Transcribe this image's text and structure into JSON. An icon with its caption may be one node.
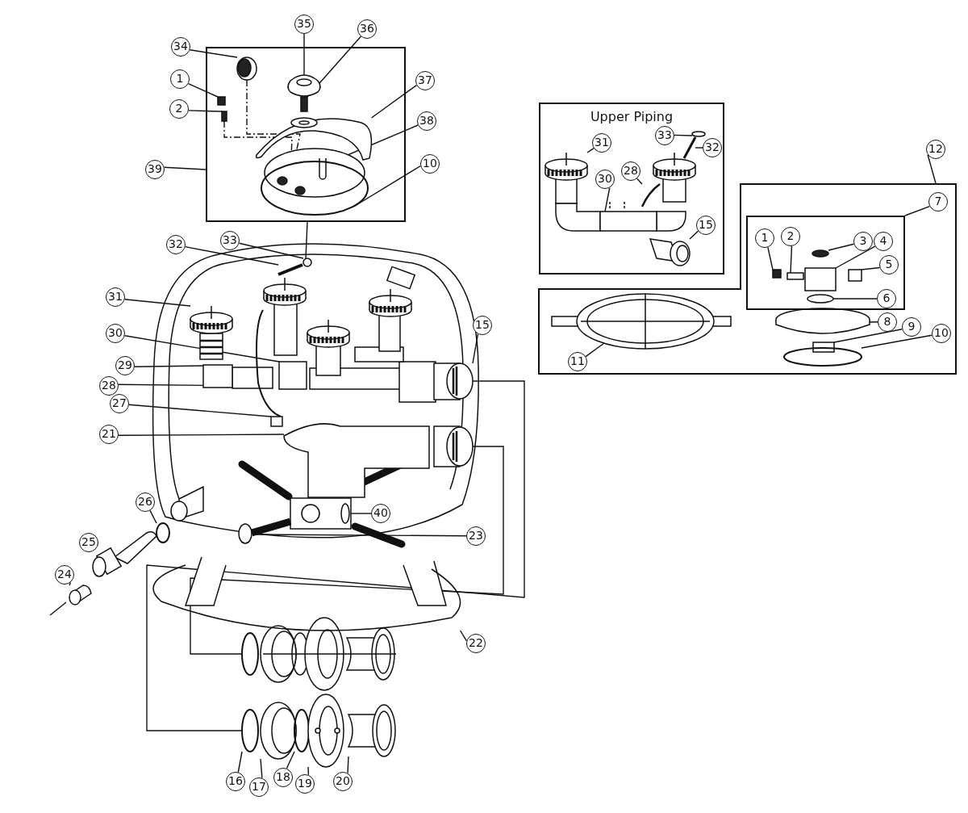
{
  "diagram": {
    "nodes": [
      {
        "text": [
          "35"
        ]
      },
      {
        "text": [
          "36"
        ]
      },
      {
        "text": [
          "34"
        ]
      },
      {
        "text": [],
        "shape": "box"
      },
      {
        "text": [
          "1"
        ]
      },
      {
        "text": [
          "37"
        ]
      },
      {
        "text": [
          "2"
        ]
      },
      {
        "text": [
          "38"
        ]
      },
      {
        "text": [
          "10"
        ]
      },
      {
        "text": [
          "39"
        ]
      },
      {
        "text": [
          "Upper Piping"
        ]
      },
      {
        "text": [
          "31"
        ],
        "in": 10
      },
      {
        "text": [
          "33"
        ],
        "in": 10
      },
      {
        "text": [
          "32"
        ],
        "in": 10
      },
      {
        "text": [
          "28"
        ],
        "in": 10
      },
      {
        "text": [
          "30"
        ],
        "in": 10
      },
      {
        "text": [
          "15"
        ],
        "in": 10
      },
      {
        "text": [
          "12"
        ]
      },
      {
        "text": [],
        "shape": "box"
      },
      {
        "text": [
          "7"
        ],
        "in": 18
      },
      {
        "text": [],
        "shape": "box",
        "in": 18
      },
      {
        "text": [
          "1"
        ],
        "in": 20
      },
      {
        "text": [
          "2"
        ],
        "in": 20
      },
      {
        "text": [
          "3"
        ],
        "in": 20
      },
      {
        "text": [
          "4"
        ],
        "in": 20
      },
      {
        "text": [
          "5"
        ],
        "in": 20
      },
      {
        "text": [
          "6"
        ],
        "in": 20
      },
      {
        "text": [
          "8"
        ],
        "in": 18
      },
      {
        "text": [
          "9"
        ],
        "in": 18
      },
      {
        "text": [
          "10"
        ],
        "in": 18
      },
      {
        "text": [
          "11"
        ],
        "in": 18
      },
      {
        "text": [
          "32"
        ]
      },
      {
        "text": [
          "33"
        ]
      },
      {
        "text": [
          "31"
        ]
      },
      {
        "text": [
          "15"
        ]
      },
      {
        "text": [
          "30"
        ]
      },
      {
        "text": [
          "29"
        ]
      },
      {
        "text": [
          "28"
        ]
      },
      {
        "text": [
          "27"
        ]
      },
      {
        "text": [
          "21"
        ]
      },
      {
        "text": [
          "26"
        ]
      },
      {
        "text": [
          "40"
        ]
      },
      {
        "text": [
          "23"
        ]
      },
      {
        "text": [
          "25"
        ]
      },
      {
        "text": [
          "24"
        ]
      },
      {
        "text": [
          "22"
        ]
      },
      {
        "text": [
          "16"
        ]
      },
      {
        "text": [
          "17"
        ]
      },
      {
        "text": [
          "18"
        ]
      },
      {
        "text": [
          "19"
        ]
      },
      {
        "text": [
          "20"
        ]
      },
      {
        "text": [],
        "shape": "picture",
        "in": 3
      },
      {
        "text": [],
        "shape": "box",
        "in": 3
      },
      {
        "text": [],
        "shape": "picture",
        "in": 3
      },
      {
        "text": [],
        "shape": "box",
        "in": 3
      },
      {
        "text": [],
        "shape": "picture",
        "in": 3
      },
      {
        "text": [],
        "shape": "box",
        "in": 3
      },
      {
        "text": [],
        "shape": "picture",
        "in": 3
      },
      {
        "text": [],
        "shape": "circle",
        "in": 3
      },
      {
        "text": [],
        "shape": "picture",
        "in": 10
      },
      {
        "text": [],
        "shape": "circle",
        "in": 10
      },
      {
        "text": [],
        "shape": "picture",
        "in": 10
      },
      {
        "text": [],
        "shape": "picture",
        "in": 10
      },
      {
        "text": [],
        "shape": "box",
        "in": 10
      },
      {
        "text": [],
        "shape": "picture",
        "in": 10
      },
      {
        "text": [],
        "shape": "box",
        "in": 20
      },
      {
        "text": [],
        "shape": "box",
        "in": 20
      },
      {
        "text": [],
        "shape": "circle",
        "in": 20
      },
      {
        "text": [],
        "shape": "box",
        "in": 20
      },
      {
        "text": [],
        "shape": "box",
        "in": 20
      },
      {
        "text": [],
        "shape": "circle",
        "in": 20
      },
      {
        "text": [],
        "shape": "picture",
        "in": 18
      },
      {
        "text": [],
        "shape": "box",
        "in": 18
      },
      {
        "text": [],
        "shape": "circle",
        "in": 18
      },
      {
        "text": [],
        "shape": "picture",
        "in": 18
      },
      {
        "text": [],
        "shape": "picture"
      },
      {
        "text": [],
        "shape": "circle"
      },
      {
        "text": [],
        "shape": "picture"
      },
      {
        "text": [],
        "shape": "picture"
      },
      {
        "text": [],
        "shape": "box"
      },
      {
        "text": [],
        "shape": "box"
      },
      {
        "text": [],
        "shape": "picture"
      },
      {
        "text": [],
        "shape": "box"
      },
      {
        "text": [],
        "shape": "picture"
      },
      {
        "text": [],
        "shape": "circle"
      },
      {
        "text": [],
        "shape": "picture"
      },
      {
        "text": [],
        "shape": "picture"
      },
      {
        "text": [],
        "shape": "picture"
      },
      {
        "text": [],
        "shape": "picture"
      },
      {
        "text": [],
        "shape": "picture"
      },
      {
        "text": [],
        "shape": "circle"
      },
      {
        "text": [],
        "shape": "picture"
      },
      {
        "text": [],
        "shape": "circle"
      },
      {
        "text": [],
        "shape": "picture"
      },
      {
        "text": [],
        "shape": "picture"
      },
      {
        "text": [],
        "shape": "picture"
      },
      {
        "text": [],
        "shape": "circle"
      }
    ],
    "edges": [
      {
        "from": 0,
        "to": 51,
        "arrow": "none"
      },
      {
        "from": 1,
        "to": 52,
        "arrow": "none"
      },
      {
        "from": 2,
        "to": 53,
        "arrow": "none"
      },
      {
        "from": 4,
        "to": 54,
        "arrow": "none"
      },
      {
        "from": 5,
        "to": 55,
        "arrow": "none"
      },
      {
        "from": 6,
        "to": 56,
        "arrow": "none"
      },
      {
        "from": 7,
        "to": 57,
        "arrow": "none"
      },
      {
        "from": 8,
        "to": 58,
        "arrow": "none"
      },
      {
        "from": 9,
        "to": 3,
        "arrow": "none"
      },
      {
        "from": 11,
        "to": 59,
        "arrow": "none"
      },
      {
        "from": 12,
        "to": 60,
        "arrow": "none"
      },
      {
        "from": 13,
        "to": 61,
        "arrow": "none"
      },
      {
        "from": 14,
        "to": 62,
        "arrow": "none"
      },
      {
        "from": 15,
        "to": 63,
        "arrow": "none"
      },
      {
        "from": 16,
        "to": 64,
        "arrow": "none"
      },
      {
        "from": 17,
        "to": 18,
        "arrow": "none"
      },
      {
        "from": 19,
        "to": 20,
        "arrow": "none"
      },
      {
        "from": 21,
        "to": 65,
        "arrow": "none"
      },
      {
        "from": 22,
        "to": 66,
        "arrow": "none"
      },
      {
        "from": 23,
        "to": 67,
        "arrow": "none"
      },
      {
        "from": 24,
        "to": 68,
        "arrow": "none"
      },
      {
        "from": 25,
        "to": 69,
        "arrow": "none"
      },
      {
        "from": 26,
        "to": 70,
        "arrow": "none"
      },
      {
        "from": 27,
        "to": 74,
        "arrow": "none"
      },
      {
        "from": 28,
        "to": 72,
        "arrow": "none"
      },
      {
        "from": 29,
        "to": 73,
        "arrow": "none"
      },
      {
        "from": 30,
        "to": 71,
        "arrow": "none"
      },
      {
        "from": 31,
        "to": 75,
        "arrow": "none"
      },
      {
        "from": 32,
        "to": 76,
        "arrow": "none"
      },
      {
        "from": 33,
        "to": 77,
        "arrow": "none"
      },
      {
        "from": 34,
        "to": 78,
        "arrow": "none"
      },
      {
        "from": 35,
        "to": 79,
        "arrow": "none"
      },
      {
        "from": 36,
        "to": 80,
        "arrow": "none"
      },
      {
        "from": 37,
        "to": 81,
        "arrow": "none"
      },
      {
        "from": 38,
        "to": 82,
        "arrow": "none"
      },
      {
        "from": 39,
        "to": 83,
        "arrow": "none"
      },
      {
        "from": 40,
        "to": 84,
        "arrow": "none"
      },
      {
        "from": 41,
        "to": 85,
        "arrow": "none"
      },
      {
        "from": 42,
        "to": 86,
        "arrow": "none"
      },
      {
        "from": 43,
        "to": 87,
        "arrow": "none"
      },
      {
        "from": 44,
        "to": 88,
        "arrow": "none"
      },
      {
        "from": 45,
        "to": 89,
        "arrow": "none"
      },
      {
        "from": 46,
        "to": 90,
        "arrow": "none"
      },
      {
        "from": 47,
        "to": 91,
        "arrow": "none"
      },
      {
        "from": 48,
        "to": 92,
        "arrow": "none"
      },
      {
        "from": 49,
        "to": 93,
        "arrow": "none"
      },
      {
        "from": 50,
        "to": 94,
        "arrow": "none"
      },
      {
        "from": 53,
        "to": 57,
        "arrow": "none",
        "style": "dashed"
      },
      {
        "from": 56,
        "to": 57,
        "arrow": "none",
        "style": "dashed"
      },
      {
        "from": 3,
        "to": 76,
        "arrow": "none"
      },
      {
        "from": 78,
        "to": 90,
        "arrow": "none"
      },
      {
        "from": 95,
        "to": 96,
        "arrow": "none"
      }
    ]
  }
}
